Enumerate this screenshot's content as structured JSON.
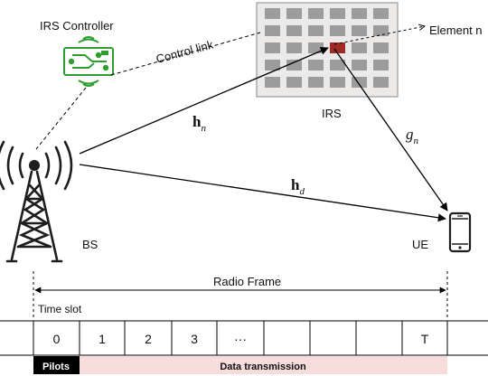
{
  "labels": {
    "irs_controller": "IRS Controller",
    "control_link": "Control link",
    "element_n": "Element n",
    "irs": "IRS",
    "bs": "BS",
    "ue": "UE",
    "h_n_main": "h",
    "h_n_sub": "n",
    "h_d_main": "h",
    "h_d_sub": "d",
    "g_n_main": "g",
    "g_n_sub": "n",
    "radio_frame": "Radio Frame",
    "time_slot": "Time slot"
  },
  "frame": {
    "slots": [
      "0",
      "1",
      "2",
      "3",
      "···",
      "",
      "",
      "",
      "T"
    ],
    "pilots": "Pilots",
    "data_transmission": "Data transmission"
  },
  "colors": {
    "controller_green": "#2e9e2e",
    "irs_panel": "#ece9e9",
    "irs_element": "#9c9c9c",
    "irs_selected_element": "#9e2b24",
    "pilots_bar": "#000000",
    "data_bar": "#f6dcdb"
  },
  "icons": {
    "controller": "circuit-board-icon",
    "bs": "radio-tower-icon",
    "ue": "mobile-phone-icon"
  }
}
